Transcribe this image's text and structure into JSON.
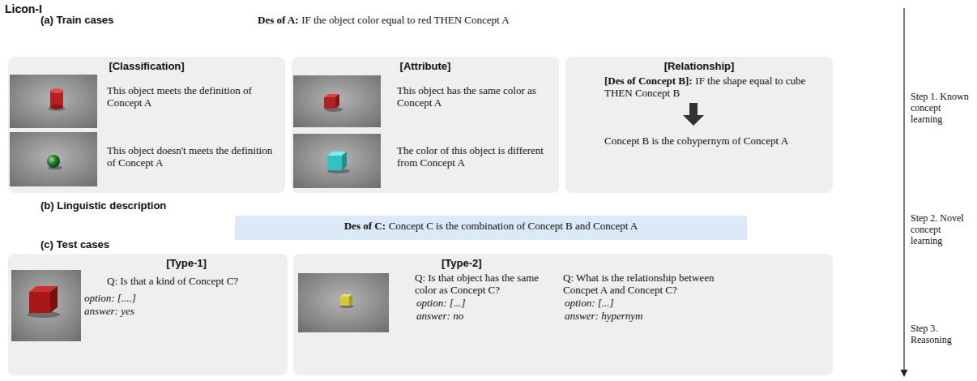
{
  "diagram": {
    "title": "Licon-I",
    "nodes": [
      {
        "text": [
          "[Classification]",
          "This object meets the definition of Concept A",
          "This object doesn't meets the definition of Concept A"
        ]
      },
      {
        "text": [
          "[Attribute]",
          "This object has the same color as Concept A",
          "The color of this object is different from Concept A"
        ]
      },
      {
        "text": [
          "[Relationship]",
          "[Des of Concept B]:",
          "IF the shape equal to cube THEN Concept B",
          "Concept B is the cohypernym of Concept A"
        ]
      },
      {
        "text": [
          "Des of C:",
          "Concept C is the combination of Concept B and Concept A"
        ]
      },
      {
        "text": [
          "[Type-1]",
          "Q: Is that a kind of Concept C?",
          "option: [....]",
          "answer: yes"
        ]
      },
      {
        "text": [
          "[Type-2]",
          "Q: Is that object has the same color as Concept C?",
          "option: [...]",
          "answer: no",
          "Q: What is the relationship between Concpet A and Concept C?",
          "option: [...]",
          "answer: hypernym"
        ]
      }
    ],
    "labels": [
      "(a) Train cases",
      "Des of A:",
      "IF the object color equal to red THEN Concept A",
      "(b) Linguistic description",
      "(c) Test cases",
      "Step 1. Known concept learning",
      "Step 2. Novel concept learning",
      "Step 3. Reasoning"
    ]
  }
}
